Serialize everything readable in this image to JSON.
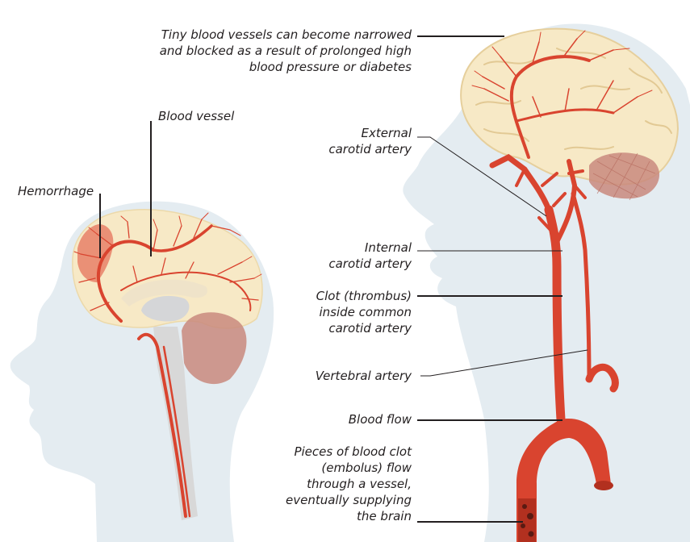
{
  "labels": {
    "tiny_vessels": [
      "Tiny blood vessels can become narrowed",
      "and blocked as a result of prolonged high",
      "blood pressure or diabetes"
    ],
    "blood_vessel": [
      "Blood vessel"
    ],
    "hemorrhage": [
      "Hemorrhage"
    ],
    "external_carotid": [
      "External",
      "carotid artery"
    ],
    "internal_carotid": [
      "Internal",
      "carotid artery"
    ],
    "clot": [
      "Clot (thrombus)",
      "inside common",
      "carotid artery"
    ],
    "vertebral": [
      "Vertebral artery"
    ],
    "blood_flow": [
      "Blood flow"
    ],
    "embolus": [
      "Pieces of blood clot",
      "(embolus) flow",
      "through a vessel,",
      "eventually supplying",
      "the brain"
    ]
  },
  "colors": {
    "silhouette": "#e4ecf1",
    "brain": "#f7e9c6",
    "brain_fold": "#e6cf9c",
    "artery": "#d9442f",
    "artery_dark": "#b2301f",
    "hemorrhage": "#e8866d",
    "cerebellum": "#c98a7e",
    "brainstem": "#d8d8d8"
  }
}
